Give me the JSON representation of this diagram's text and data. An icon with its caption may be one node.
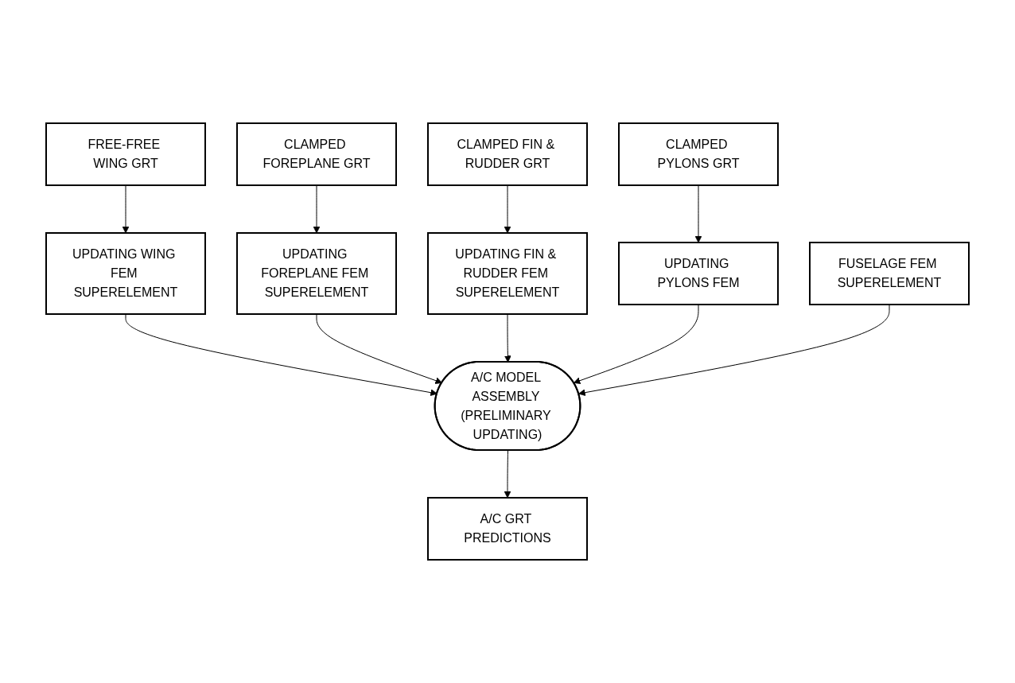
{
  "diagram": {
    "nodes": [
      {
        "text": [
          "FREE-FREE WING GRT"
        ]
      },
      {
        "text": [
          "CLAMPED FOREPLANE GRT"
        ]
      },
      {
        "text": [
          "CLAMPED FIN & RUDDER GRT"
        ]
      },
      {
        "text": [
          "CLAMPED PYLONS GRT"
        ]
      },
      {
        "text": [
          "UPDATING WING FEM SUPERELEMENT"
        ]
      },
      {
        "text": [
          "UPDATING FOREPLANE FEM SUPERELEMENT"
        ]
      },
      {
        "text": [
          "UPDATING FIN & RUDDER FEM SUPERELEMENT"
        ]
      },
      {
        "text": [
          "UPDATING PYLONS FEM"
        ]
      },
      {
        "text": [
          "FUSELAGE FEM SUPERELEMENT"
        ]
      },
      {
        "text": [
          "A/C MODEL ASSEMBLY (PRELIMINARY UPDATING)"
        ]
      },
      {
        "text": [
          "A/C GRT PREDICTIONS"
        ]
      }
    ],
    "edges": [
      {
        "from": 0,
        "to": 4,
        "arrow": "to"
      },
      {
        "from": 1,
        "to": 5,
        "arrow": "to"
      },
      {
        "from": 2,
        "to": 6,
        "arrow": "to"
      },
      {
        "from": 3,
        "to": 7,
        "arrow": "to"
      },
      {
        "from": 4,
        "to": 9,
        "arrow": "to"
      },
      {
        "from": 5,
        "to": 9,
        "arrow": "to"
      },
      {
        "from": 6,
        "to": 9,
        "arrow": "to"
      },
      {
        "from": 7,
        "to": 9,
        "arrow": "to"
      },
      {
        "from": 8,
        "to": 9,
        "arrow": "to"
      },
      {
        "from": 9,
        "to": 10,
        "arrow": "to"
      }
    ]
  }
}
